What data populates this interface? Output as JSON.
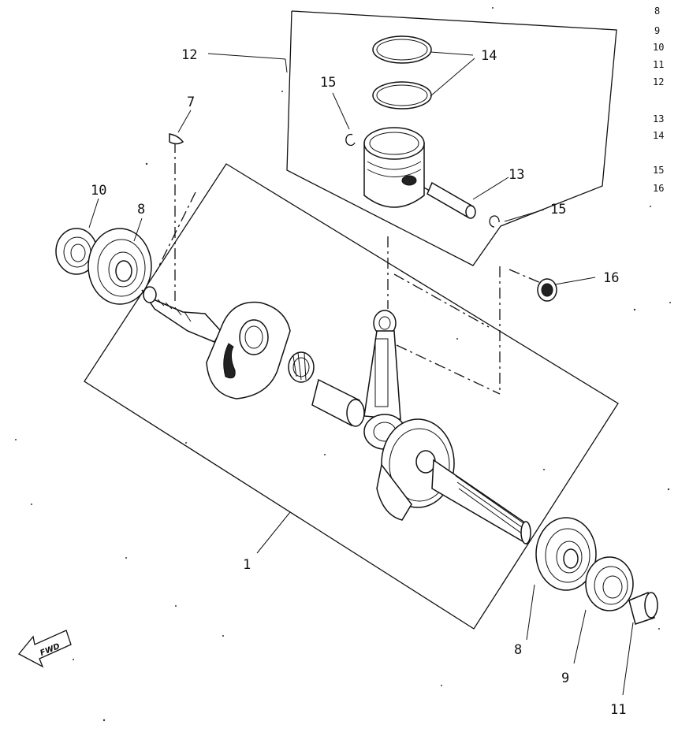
{
  "callouts": {
    "c1": "1",
    "c7": "7",
    "c8_top": "8",
    "c8_bottom": "8",
    "c9": "9",
    "c10": "10",
    "c11": "11",
    "c12": "12",
    "c13": "13",
    "c14": "14",
    "c15_top": "15",
    "c15_right": "15",
    "c16": "16"
  },
  "side_index": [
    "8",
    "9",
    "10",
    "11",
    "12",
    "13",
    "14",
    "15",
    "16"
  ],
  "fwd_label": "FWD"
}
